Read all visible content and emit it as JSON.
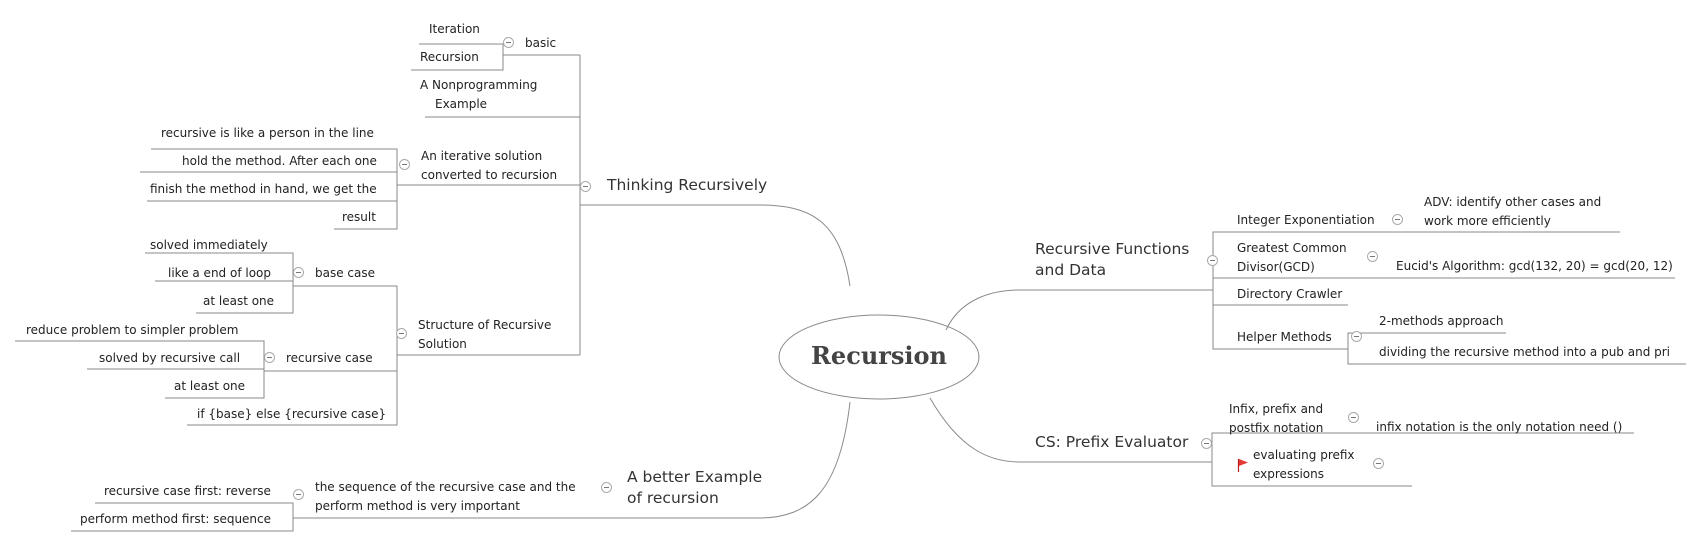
{
  "central_topic": "Recursion",
  "thinking_recursively": {
    "title": "Thinking Recursively",
    "basic": {
      "title": "basic",
      "items": [
        "Iteration",
        "Recursion"
      ]
    },
    "nonprog": [
      "A Nonprogramming",
      "Example"
    ],
    "iterative": {
      "title": [
        "An iterative solution",
        "converted to recursion"
      ],
      "items": [
        "recursive is like a person in the line",
        "hold the method. After each one",
        "finish the method in hand, we get the",
        "result"
      ]
    },
    "structure": {
      "title": [
        "Structure of Recursive",
        "Solution"
      ],
      "base_case": {
        "title": "base case",
        "items": [
          "solved immediately",
          "like a end of loop",
          "at least one"
        ]
      },
      "recursive_case": {
        "title": "recursive case",
        "items": [
          "reduce problem to simpler problem",
          "solved by recursive call",
          "at least one"
        ]
      },
      "if_else": "if {base} else {recursive case}"
    }
  },
  "better_example": {
    "title": [
      "A better Example",
      "of recursion"
    ],
    "sequence": {
      "title": [
        "the sequence of the recursive case and the",
        "perform method is very important"
      ],
      "items": [
        "recursive case first: reverse",
        "perform method first: sequence"
      ]
    }
  },
  "recursive_functions": {
    "title": [
      "Recursive Functions",
      "and Data"
    ],
    "integer_exp": {
      "title": "Integer Exponentiation",
      "items": [
        [
          "ADV: identify other cases and",
          "work more efficiently"
        ]
      ]
    },
    "gcd": {
      "title": [
        "Greatest Common",
        "Divisor(GCD)"
      ],
      "items": [
        "Eucid's Algorithm: gcd(132, 20) = gcd(20, 12)"
      ]
    },
    "directory_crawler": "Directory Crawler",
    "helper_methods": {
      "title": "Helper Methods",
      "items": [
        "2-methods approach",
        "dividing the recursive method into a pub and pri"
      ]
    }
  },
  "prefix_evaluator": {
    "title": "CS: Prefix Evaluator",
    "infix": {
      "title": [
        "Infix, prefix and",
        "postfix notation"
      ],
      "items": [
        "infix notation is the only notation need ()"
      ]
    },
    "evaluating": {
      "title": [
        "evaluating prefix",
        "expressions"
      ]
    }
  },
  "colors": {
    "line": "#8a8a8a",
    "text": "#222222",
    "flag": "#e53935",
    "collapse": "#999999"
  },
  "icons": {
    "collapse": "collapse-icon",
    "flag": "flag-icon"
  }
}
